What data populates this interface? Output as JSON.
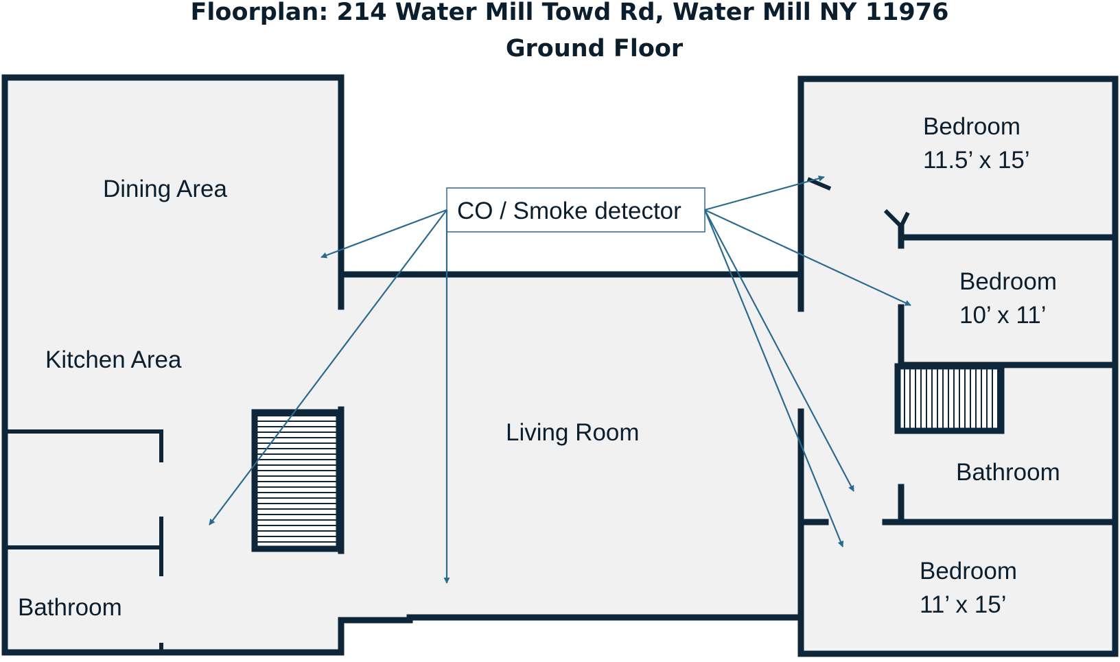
{
  "title": {
    "line1": "Floorplan: 214 Water Mill Towd Rd, Water Mill NY 11976",
    "line2": "Ground Floor"
  },
  "rooms": {
    "dining_area": {
      "label": "Dining Area"
    },
    "kitchen_area": {
      "label": "Kitchen Area"
    },
    "bathroom_left": {
      "label": "Bathroom"
    },
    "living_room": {
      "label": "Living Room"
    },
    "bedroom_1": {
      "label": "Bedroom",
      "size": "11.5’ x 15’"
    },
    "bedroom_2": {
      "label": "Bedroom",
      "size": "10’ x 11’"
    },
    "bathroom_right": {
      "label": "Bathroom"
    },
    "bedroom_3": {
      "label": "Bedroom",
      "size": "11’ x 15’"
    }
  },
  "detector": {
    "label": "CO / Smoke detector",
    "arrow_count": 7
  },
  "colors": {
    "wall": "#0d2639",
    "floor": "#f1f1f1",
    "arrow": "#2a6a8e",
    "text": "#0b1e2d"
  }
}
